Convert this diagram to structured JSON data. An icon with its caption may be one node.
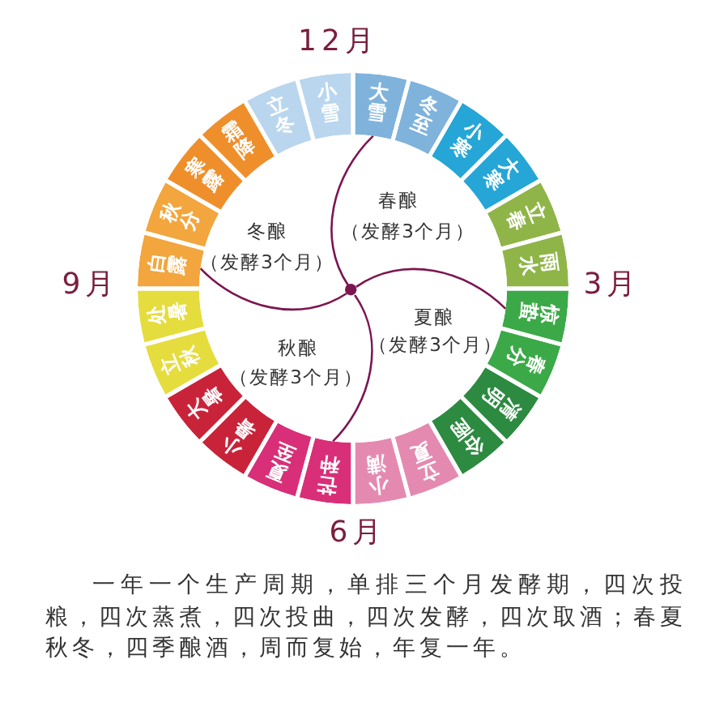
{
  "diagram": {
    "caption": "一年一个生产周期，单排三个月发酵期，四次投粮，四次蒸煮，四次投曲，四次发酵，四次取酒；春夏秋冬，四季酿酒，周而复始，年复一年。",
    "nodes": [
      {
        "text": [
          "大雪"
        ]
      },
      {
        "text": [
          "冬至"
        ]
      },
      {
        "text": [
          "小寒"
        ]
      },
      {
        "text": [
          "大寒"
        ]
      },
      {
        "text": [
          "立春"
        ]
      },
      {
        "text": [
          "雨水"
        ]
      },
      {
        "text": [
          "惊蛰"
        ]
      },
      {
        "text": [
          "春分"
        ]
      },
      {
        "text": [
          "清明"
        ]
      },
      {
        "text": [
          "谷雨"
        ]
      },
      {
        "text": [
          "立夏"
        ]
      },
      {
        "text": [
          "小满"
        ]
      },
      {
        "text": [
          "芒种"
        ]
      },
      {
        "text": [
          "夏至"
        ]
      },
      {
        "text": [
          "小暑"
        ]
      },
      {
        "text": [
          "大暑"
        ]
      },
      {
        "text": [
          "立秋"
        ]
      },
      {
        "text": [
          "处暑"
        ]
      },
      {
        "text": [
          "白露"
        ]
      },
      {
        "text": [
          "秋分"
        ]
      },
      {
        "text": [
          "寒露"
        ]
      },
      {
        "text": [
          "霜降"
        ]
      },
      {
        "text": [
          "立冬"
        ]
      },
      {
        "text": [
          "小雪"
        ]
      },
      {
        "text": [],
        "shape": "circle"
      }
    ],
    "edges": [
      {
        "from": 24,
        "to": 0,
        "arrow": "none"
      },
      {
        "from": 24,
        "to": 6,
        "arrow": "none"
      },
      {
        "from": 24,
        "to": 12,
        "arrow": "none"
      },
      {
        "from": 24,
        "to": 18,
        "arrow": "none"
      }
    ],
    "labels": [
      "12月",
      "春酿",
      "（发酵3个月）",
      "冬酿",
      "（发酵3个月）",
      "9月",
      "3月",
      "夏酿",
      "（发酵3个月）",
      "秋酿",
      "（发酵3个月）",
      "6月"
    ]
  }
}
